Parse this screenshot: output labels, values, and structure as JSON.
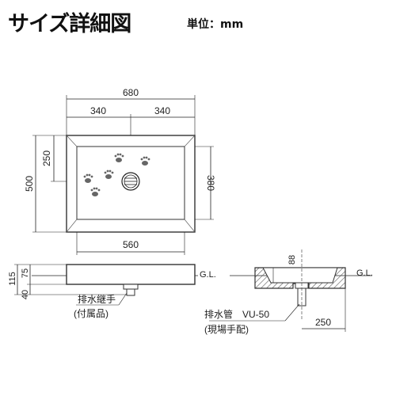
{
  "header": {
    "title": "サイズ詳細図",
    "unit": "単位：mm"
  },
  "top_view": {
    "overall_width": "680",
    "half_left": "340",
    "half_right": "340",
    "overall_depth": "500",
    "drain_offset": "250",
    "basin_depth": "380",
    "basin_width": "560"
  },
  "front_view": {
    "total_height": "115",
    "above_ground": "75",
    "pipe_depth": "40",
    "ground_label": "G.L.",
    "fitting_label_1": "排水継手",
    "fitting_label_2": "(付属品)"
  },
  "section_view": {
    "basin_height": "88",
    "ground_label": "G.L.",
    "pipe_label": "排水管　VU-50",
    "pipe_note": "(現場手配)",
    "pipe_offset": "250"
  },
  "colors": {
    "body_outline": "#333333",
    "basin_fill": "#ffffff",
    "line": "#222222"
  }
}
